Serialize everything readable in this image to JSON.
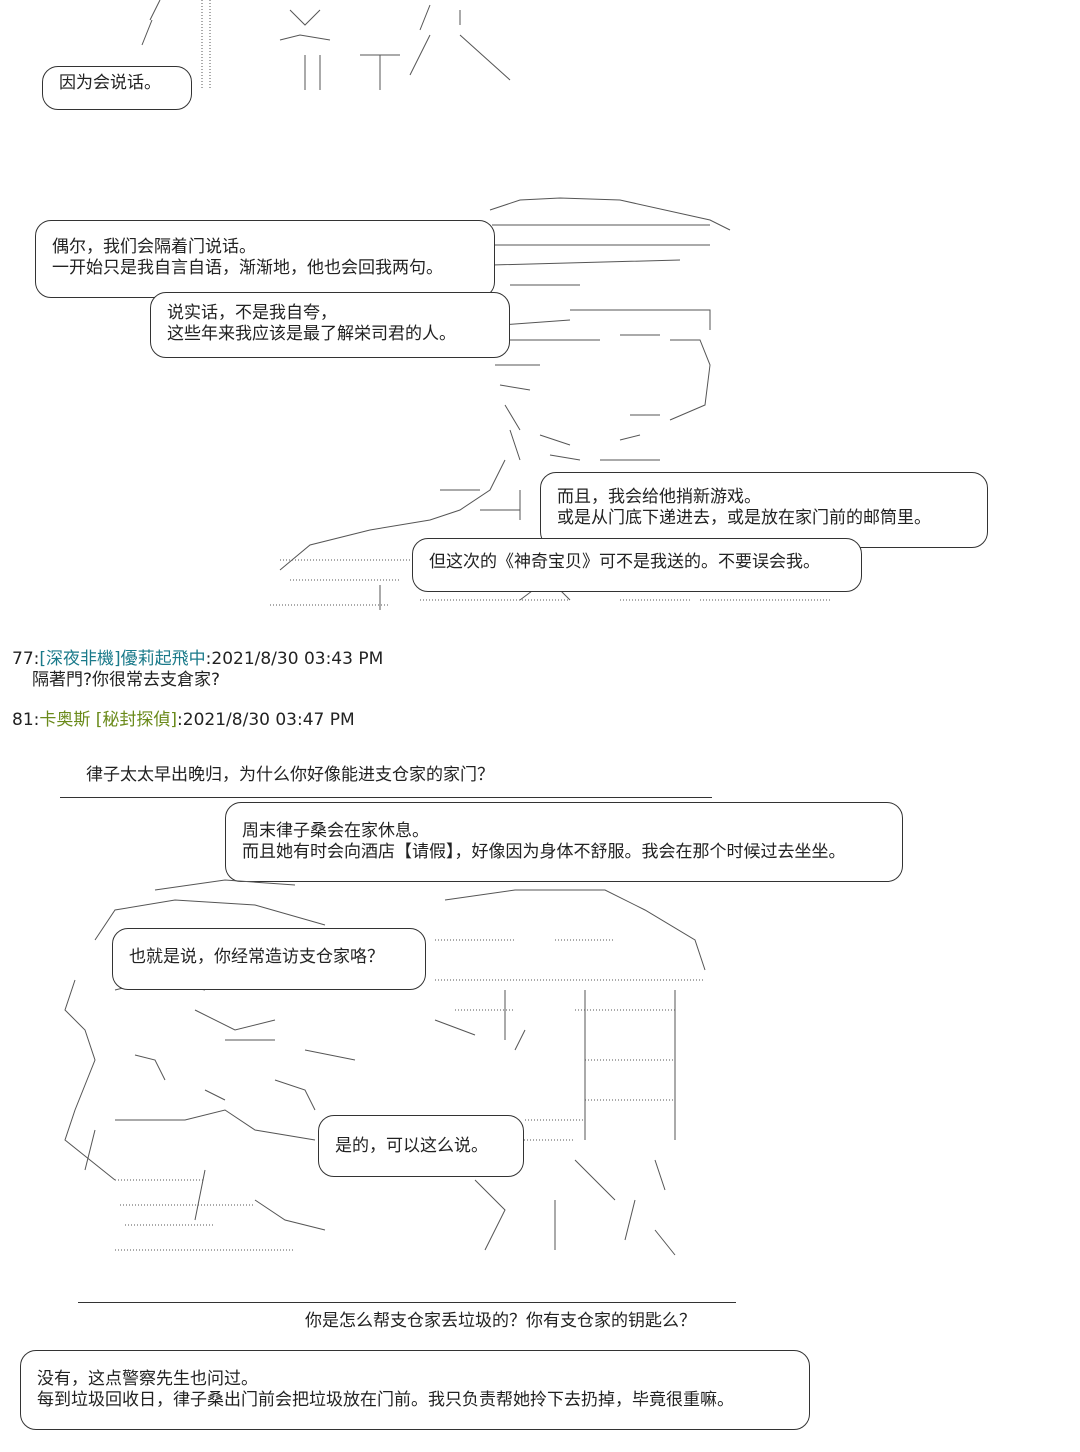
{
  "panel1": {
    "bubble": "因为会说话。"
  },
  "panel2": {
    "bubble_a": [
      "偶尔，我们会隔着门说话。",
      "一开始只是我自言自语，渐渐地，他也会回我两句。"
    ],
    "bubble_b": [
      "说实话，不是我自夸，",
      "这些年来我应该是最了解栄司君的人。"
    ],
    "bubble_c": [
      "而且，我会给他捎新游戏。",
      "或是从门底下递进去，或是放在家门前的邮筒里。"
    ],
    "bubble_d": "但这次的《神奇宝贝》可不是我送的。不要误会我。"
  },
  "post77": {
    "number": "77",
    "name": "[深夜非機]優莉起飛中",
    "timestamp": "2021/8/30 03:43 PM",
    "body": "隔著門?你很常去支倉家?"
  },
  "post81": {
    "number": "81",
    "name": "卡奥斯 [秘封探偵]",
    "timestamp": "2021/8/30 03:47 PM"
  },
  "panel3": {
    "narration_top": "律子太太早出晚归，为什么你好像能进支仓家的家门？",
    "bubble_a": [
      "周末律子桑会在家休息。",
      "而且她有时会向酒店【请假】，好像因为身体不舒服。我会在那个时候过去坐坐。"
    ],
    "bubble_b": "也就是说，你经常造访支仓家咯？",
    "bubble_c": "是的，可以这么说。",
    "narration_bottom": "你是怎么帮支仓家丢垃圾的？你有支仓家的钥匙么？",
    "bubble_d": [
      "没有，这点警察先生也问过。",
      "每到垃圾回收日，律子桑出门前会把垃圾放在门前。我只负责帮她拎下去扔掉，毕竟很重嘛。"
    ]
  }
}
